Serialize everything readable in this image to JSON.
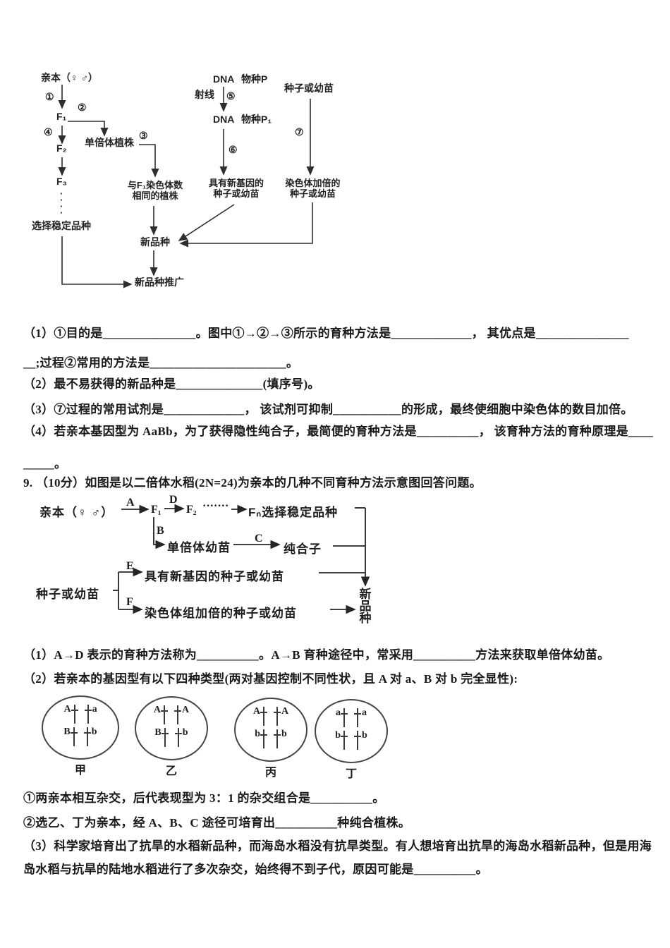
{
  "colors": {
    "ink": "#1c1c1c",
    "line": "#2e2e2e",
    "paper": "#ffffff"
  },
  "q8": {
    "l1": "（1）①目的是_______________。图中①→②→③所示的育种方法是_____________， 其优点是_______________",
    "l2": "__;过程②常用的方法是______________________。",
    "l3": "（2）最不易获得的新品种是______________(填序号)。",
    "l4": "（3）⑦过程的常用试剂是_____________， 该试剂可抑制___________的形成，最终使细胞中染色体的数目加倍。",
    "l5": "（4）若亲本基因型为 AaBb，为了获得隐性纯合子，最简便的育种方法是__________， 该育种方法的育种原理是____",
    "l6": "_____。"
  },
  "q9": {
    "header": "9. （10分）如图是以二倍体水稻(2N=24)为亲本的几种不同育种方法示意图回答问题。",
    "l1": "（1）A→D 表示的育种方法称为__________。A→B 育种途径中，常采用__________方法来获取单倍体幼苗。",
    "l2": "（2）若亲本的基因型有以下四种类型(两对基因控制不同性状，且 A 对 a、B 对 b 完全显性):",
    "sub1": "①两亲本相互杂交，后代表现型为 3：1 的杂交组合是__________。",
    "sub2": "②选乙、丁为亲本，经 A、B、C 途径可培育出__________种纯合植株。",
    "l3a": "（3）科学家培育出了抗旱的水稻新品种，而海岛水稻没有抗旱类型。有人想培育出抗旱的海岛水稻新品种，但是用海",
    "l3b": "岛水稻与抗旱的陆地水稻进行了多次杂交，始终得不到子代，原因可能是__________。"
  },
  "d1": {
    "parent": "亲本（♀ ♂）",
    "n1": "①",
    "n2": "②",
    "n3": "③",
    "n4": "④",
    "n5": "⑤",
    "n6": "⑥",
    "n7": "⑦",
    "f1": "F₁",
    "f2": "F₂",
    "f3": "F₃",
    "dots": "·\n·\n·\n·",
    "haploid": "单倍体植株",
    "same_a": "与F₁染色体数",
    "same_b": "相同的植株",
    "select": "选择稳定品种",
    "new_variety": "新品种",
    "promote": "新品种推广",
    "dna": "DNA",
    "species_p": "物种P",
    "ray": "射线",
    "dna2": "DNA",
    "species_p1": "物种P₁",
    "newgene_a": "具有新基因的",
    "newgene_b": "种子或幼苗",
    "seed": "种子或幼苗",
    "doubled_a": "染色体加倍的",
    "doubled_b": "种子或幼苗"
  },
  "d2": {
    "parent": "亲本（♀ ♂）",
    "A": "A",
    "B": "B",
    "C": "C",
    "D": "D",
    "E": "E",
    "F": "F",
    "f1": "F₁",
    "f2": "F₂",
    "dots": "·······",
    "fn_select": "Fₙ选择稳定品种",
    "haploid": "单倍体幼苗",
    "pure": "纯合子",
    "seed": "种子或幼苗",
    "newgene": "具有新基因的种子或幼苗",
    "doubled": "染色体组加倍的种子或幼苗",
    "new_variety": "新品种"
  },
  "cells": {
    "jia": {
      "name": "甲",
      "tl": "A",
      "tr": "a",
      "bl": "B",
      "br": "b"
    },
    "yi": {
      "name": "乙",
      "tl": "A",
      "tr": "A",
      "bl": "B",
      "br": "b"
    },
    "bing": {
      "name": "丙",
      "tl": "A",
      "tr": "A",
      "bl": "b",
      "br": "b"
    },
    "ding": {
      "name": "丁",
      "tl": "a",
      "tr": "a",
      "bl": "b",
      "br": "b"
    }
  }
}
